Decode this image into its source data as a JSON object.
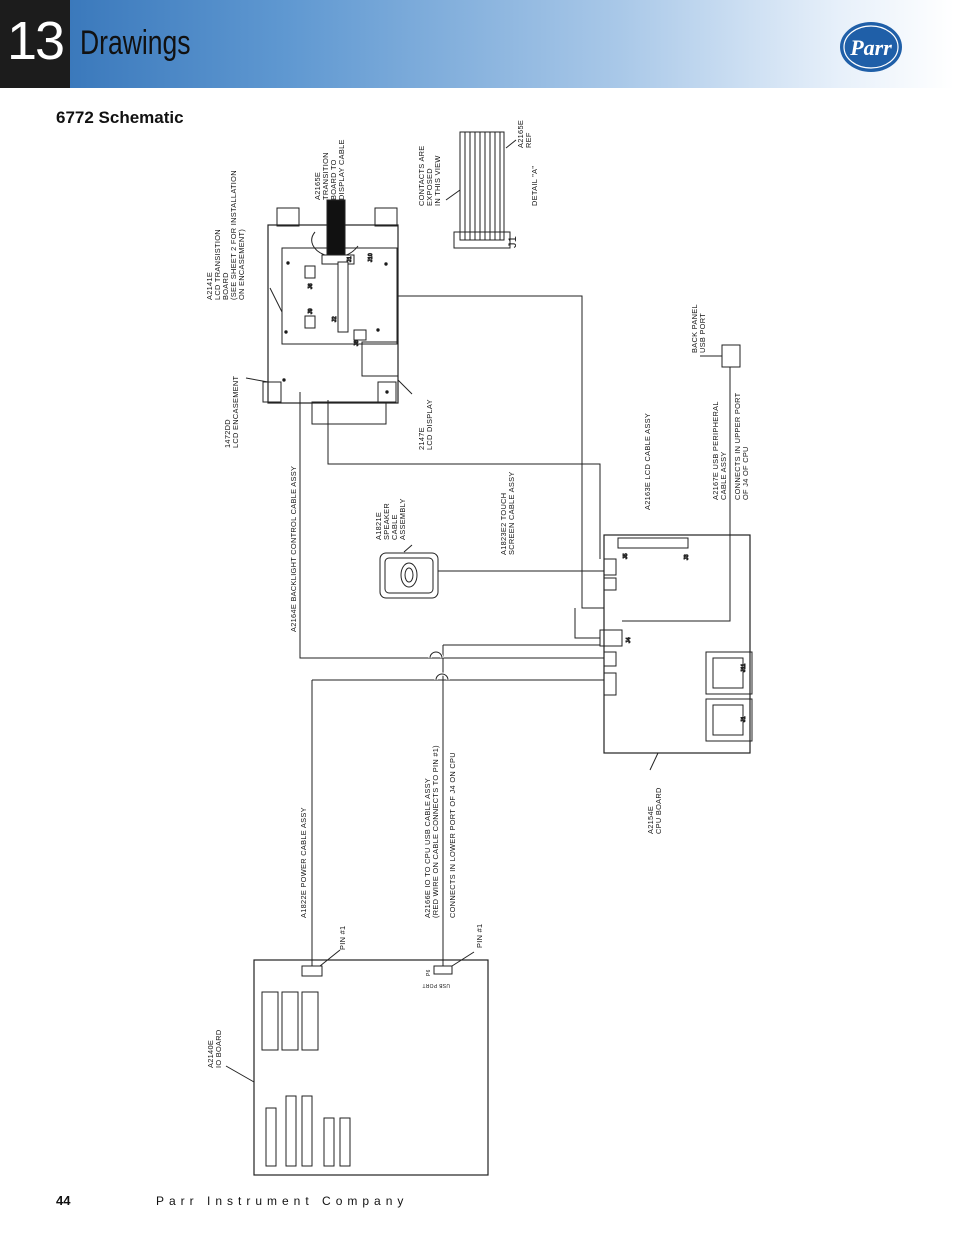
{
  "header": {
    "chapter_number": "13",
    "chapter_title": "Drawings",
    "logo_text": "Parr"
  },
  "section_title": "6772 Schematic",
  "labels": {
    "transition_board": [
      "A2165E",
      "TRANSITION",
      "BOARD TO",
      "DISPLAY CABLE"
    ],
    "lcd_transition": [
      "A2141E",
      "LCD TRANSISTION",
      "BOARD",
      "(SEE SHEET 2 FOR INSTALLATION",
      "ON ENCASEMENT)"
    ],
    "contacts": [
      "CONTACTS ARE",
      "EXPOSED",
      "IN THIS VIEW"
    ],
    "detail_ref": [
      "A2165E",
      "REF"
    ],
    "detail_a": "DETAIL \"A\"",
    "j1_detail": "J1",
    "lcd_encasement": [
      "1472DD",
      "LCD ENCASEMENT"
    ],
    "lcd_display": [
      "2147E",
      "LCD DISPLAY"
    ],
    "back_panel": [
      "BACK PANEL",
      "USB PORT"
    ],
    "backlight_cable": "A2164E BACKLIGHT CONTROL CABLE ASSY",
    "speaker": [
      "A1821E",
      "SPEAKER",
      "CABLE",
      "ASSEMBLY"
    ],
    "touch_cable": [
      "A1823E2 TOUCH",
      "SCREEN CABLE ASSY"
    ],
    "lcd_cable": "A2163E LCD CABLE ASSY",
    "usb_peripheral": [
      "A2167E USB PERIPHERAL",
      "CABLE ASSY"
    ],
    "upper_port": [
      "CONNECTS IN UPPER PORT",
      "OF J4 OF CPU"
    ],
    "cpu_board": [
      "A2154E",
      "CPU BOARD"
    ],
    "power_cable": "A1822E POWER CABLE ASSY",
    "io_usb_cable": [
      "A2166E IO TO CPU USB CABLE ASSY",
      "(RED WIRE ON CABLE CONNECTS TO PIN #1)"
    ],
    "lower_port": "CONNECTS IN  LOWER PORT OF J4 ON CPU",
    "pin1_a": "PIN #1",
    "pin1_b": "PIN #1",
    "io_board": [
      "A2140E",
      "IO BOARD"
    ],
    "p6": "P6",
    "usb_port_small": "USB PORT",
    "j_labels": [
      "J1",
      "J2",
      "J6",
      "J9",
      "J10",
      "J8",
      "J5",
      "J4",
      "J3",
      "J11",
      "J1"
    ]
  },
  "footer": {
    "page_number": "44",
    "company": "Parr Instrument Company"
  }
}
